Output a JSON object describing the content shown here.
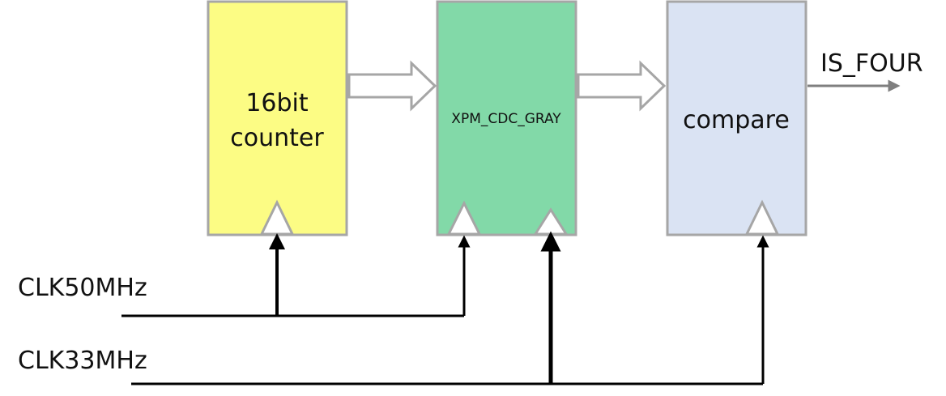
{
  "blocks": {
    "counter": {
      "line1": "16bit",
      "line2": "counter",
      "fill": "#fcfc84"
    },
    "cdc": {
      "label": "XPM_CDC_GRAY",
      "fill": "#82d9a8"
    },
    "compare": {
      "label": "compare",
      "fill": "#dae3f3"
    }
  },
  "signals": {
    "clk50": "CLK50MHz",
    "clk33": "CLK33MHz",
    "output": "IS_FOUR"
  },
  "colors": {
    "block_border": "#a6a6a6",
    "wire": "#000000",
    "output_arrow": "#7f7f7f"
  }
}
